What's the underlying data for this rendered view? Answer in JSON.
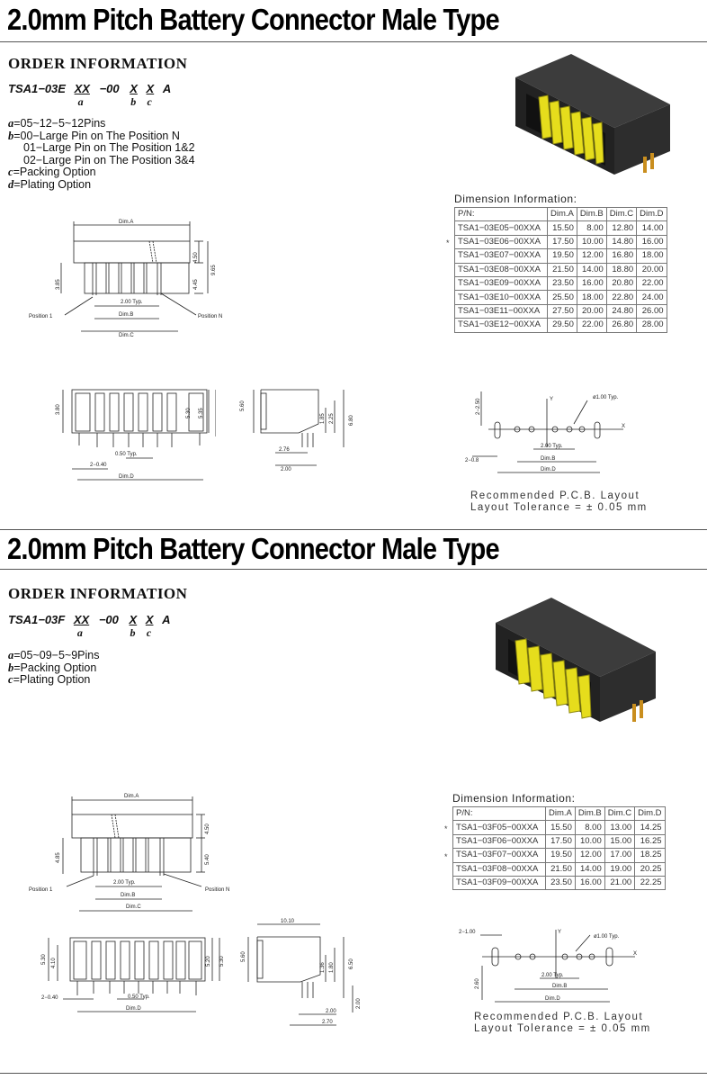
{
  "sections": [
    {
      "title": "2.0mm Pitch Battery Connector Male Type",
      "order_heading": "ORDER INFORMATION",
      "part_number": {
        "prefix": "TSA1−03E",
        "xx": "XX",
        "mid": "−00",
        "x1": "X",
        "x2": "X",
        "suffix": "A",
        "sub_a": "a",
        "sub_b": "b",
        "sub_c": "c"
      },
      "options": [
        {
          "key": "a",
          "text": "=05~12−5~12Pins"
        },
        {
          "key": "b",
          "text": "=00−Large Pin on The Position N"
        },
        {
          "key": "",
          "text": "01−Large Pin on The Position 1&2"
        },
        {
          "key": "",
          "text": "02−Large Pin on The Position 3&4"
        },
        {
          "key": "c",
          "text": "=Packing Option"
        },
        {
          "key": "d",
          "text": "=Plating Option"
        }
      ],
      "dimension_heading": "Dimension Information:",
      "table": {
        "headers": [
          "P/N:",
          "Dim.A",
          "Dim.B",
          "Dim.C",
          "Dim.D"
        ],
        "rows": [
          [
            "TSA1−03E05−00XXA",
            "15.50",
            "8.00",
            "12.80",
            "14.00"
          ],
          [
            "TSA1−03E06−00XXA",
            "17.50",
            "10.00",
            "14.80",
            "16.00"
          ],
          [
            "TSA1−03E07−00XXA",
            "19.50",
            "12.00",
            "16.80",
            "18.00"
          ],
          [
            "TSA1−03E08−00XXA",
            "21.50",
            "14.00",
            "18.80",
            "20.00"
          ],
          [
            "TSA1−03E09−00XXA",
            "23.50",
            "16.00",
            "20.80",
            "22.00"
          ],
          [
            "TSA1−03E10−00XXA",
            "25.50",
            "18.00",
            "22.80",
            "24.00"
          ],
          [
            "TSA1−03E11−00XXA",
            "27.50",
            "20.00",
            "24.80",
            "26.00"
          ],
          [
            "TSA1−03E12−00XXA",
            "29.50",
            "22.00",
            "26.80",
            "28.00"
          ]
        ],
        "star_rows": [
          1
        ]
      },
      "drawing_labels": {
        "dim_a": "Dim.A",
        "dim_b": "Dim.B",
        "dim_c": "Dim.C",
        "dim_d": "Dim.D",
        "pos_1": "Position 1",
        "pos_n": "Position N",
        "pitch_typ": "2.00 Typ.",
        "pin_typ": "0.50 Typ.",
        "edge": "2−0.40",
        "h1": "3.85",
        "h2": "4.50",
        "h3": "4.45",
        "h4": "9.65",
        "f1": "3.80",
        "f2": "5.30",
        "f3": "5.35",
        "s1": "5.60",
        "s2": "1.85",
        "s3": "2.25",
        "s4": "6.80",
        "s5": "2.76",
        "s6": "2.00",
        "pcb_hole": "ø1.00 Typ.",
        "pcb_top": "2−2.50",
        "pcb_left": "2−0.8",
        "pcb_pitch": "2.00 Typ.",
        "pcb_y": "Y",
        "pcb_x": "X"
      },
      "pcb_caption": [
        "Recommended   P.C.B.  Layout",
        "Layout  Tolerance  =  ±  0.05  mm"
      ]
    },
    {
      "title": "2.0mm Pitch Battery Connector Male Type",
      "order_heading": "ORDER INFORMATION",
      "part_number": {
        "prefix": "TSA1−03F",
        "xx": "XX",
        "mid": "−00",
        "x1": "X",
        "x2": "X",
        "suffix": "A",
        "sub_a": "a",
        "sub_b": "b",
        "sub_c": "c"
      },
      "options": [
        {
          "key": "a",
          "text": "=05~09−5~9Pins"
        },
        {
          "key": "b",
          "text": "=Packing Option"
        },
        {
          "key": "c",
          "text": "=Plating Option"
        }
      ],
      "dimension_heading": "Dimension Information:",
      "table": {
        "headers": [
          "P/N:",
          "Dim.A",
          "Dim.B",
          "Dim.C",
          "Dim.D"
        ],
        "rows": [
          [
            "TSA1−03F05−00XXA",
            "15.50",
            "8.00",
            "13.00",
            "14.25"
          ],
          [
            "TSA1−03F06−00XXA",
            "17.50",
            "10.00",
            "15.00",
            "16.25"
          ],
          [
            "TSA1−03F07−00XXA",
            "19.50",
            "12.00",
            "17.00",
            "18.25"
          ],
          [
            "TSA1−03F08−00XXA",
            "21.50",
            "14.00",
            "19.00",
            "20.25"
          ],
          [
            "TSA1−03F09−00XXA",
            "23.50",
            "16.00",
            "21.00",
            "22.25"
          ]
        ],
        "star_rows": [
          0,
          2
        ]
      },
      "drawing_labels": {
        "dim_a": "Dim.A",
        "dim_b": "Dim.B",
        "dim_c": "Dim.C",
        "dim_d": "Dim.D",
        "pos_1": "Position 1",
        "pos_n": "Position N",
        "pitch_typ": "2.00 Typ.",
        "pin_typ": "0.50 Typ.",
        "edge": "2−0.40",
        "h1": "4.85",
        "h2": "4.50",
        "h3": "5.40",
        "f1": "5.30",
        "f2": "4.10",
        "f3": "5.20",
        "f4": "5.30",
        "s0": "10.10",
        "s1": "5.60",
        "s2": "1.36",
        "s3": "1.80",
        "s4": "6.50",
        "s5": "2.00",
        "s6": "2.70",
        "s7": "2.00",
        "pcb_hole": "ø1.00 Typ.",
        "pcb_top": "2−1.00",
        "pcb_left": "2.60",
        "pcb_pitch": "2.00 Typ.",
        "pcb_y": "Y",
        "pcb_x": "X"
      },
      "pcb_caption": [
        "Recommended   P.C.B.  Layout",
        "Layout  Tolerance  =  ±  0.05  mm"
      ]
    }
  ]
}
